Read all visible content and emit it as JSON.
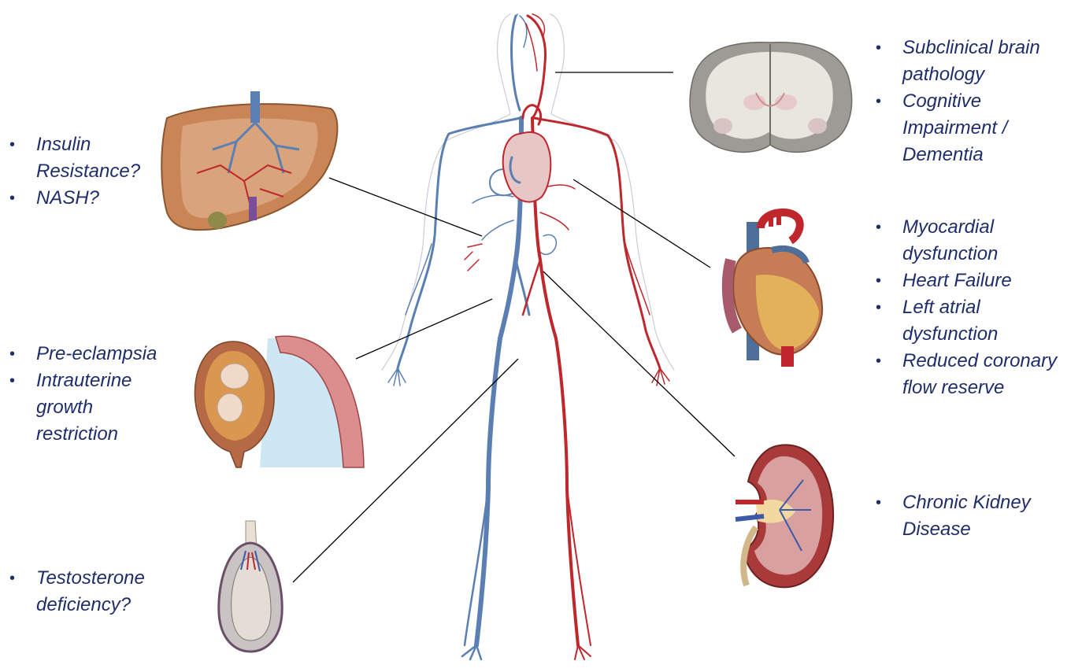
{
  "colors": {
    "text": "#1f2d6b",
    "artery": "#c0272d",
    "vein": "#5b7fb3",
    "leader": "#000000"
  },
  "icons": {
    "figure": "circulatory-system-figure",
    "brain": "brain-coronal-section-icon",
    "liver": "liver-icon",
    "heart": "heart-icon",
    "placenta": "uterus-placenta-icon",
    "kidney": "kidney-icon",
    "testis": "testis-icon"
  },
  "brain": {
    "items": [
      "Subclinical brain pathology",
      "Cognitive Impairment / Dementia"
    ]
  },
  "liver": {
    "items": [
      "Insulin Resistance?",
      "NASH?"
    ]
  },
  "heart": {
    "items": [
      "Myocardial dysfunction",
      "Heart Failure",
      "Left atrial dysfunction",
      "Reduced coronary flow reserve"
    ]
  },
  "placenta": {
    "items": [
      "Pre-eclampsia",
      "Intrauterine growth restriction"
    ]
  },
  "kidney": {
    "items": [
      "Chronic Kidney Disease"
    ]
  },
  "testis": {
    "items": [
      "Testosterone deficiency?"
    ]
  }
}
